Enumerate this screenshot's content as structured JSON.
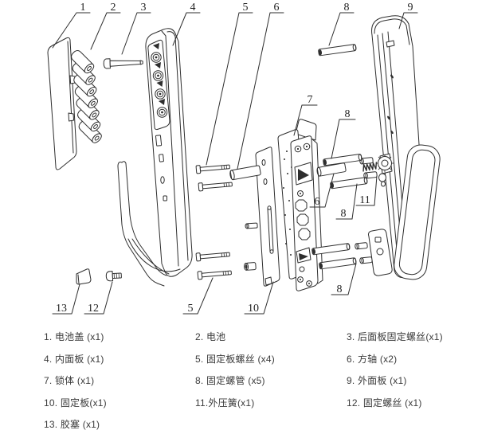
{
  "colors": {
    "line": "#2e2e2e",
    "text": "#3b3b3b",
    "background": "#ffffff"
  },
  "diagram": {
    "callouts": [
      "1",
      "2",
      "3",
      "4",
      "5",
      "6",
      "8",
      "9",
      "7",
      "8",
      "6",
      "8",
      "11",
      "8",
      "5",
      "10",
      "13",
      "12"
    ]
  },
  "legend": {
    "items": [
      "1. 电池盖 (x1)",
      "2. 电池",
      "3. 后面板固定螺丝(x1)",
      "4. 内面板 (x1)",
      "5. 固定板螺丝 (x4)",
      "6. 方轴 (x2)",
      "7. 锁体 (x1)",
      "8. 固定螺管 (x5)",
      "9. 外面板 (x1)",
      "10. 固定板(x1)",
      "11.外压簧(x1)",
      "12. 固定螺丝 (x1)",
      "13. 胶塞 (x1)"
    ]
  }
}
